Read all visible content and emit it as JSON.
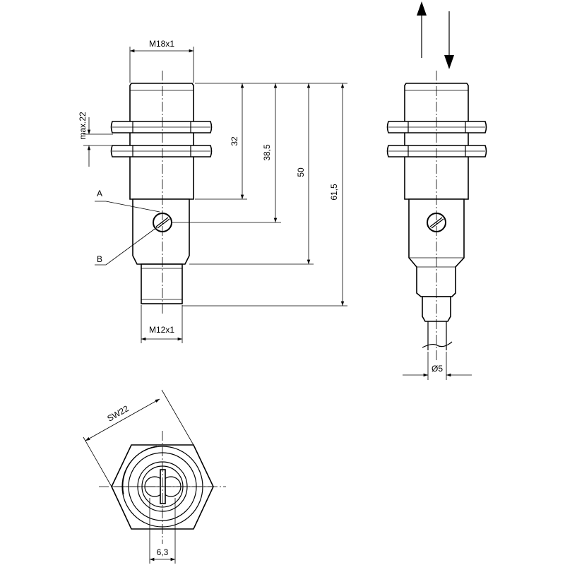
{
  "labels": {
    "thread_top": "M18x1",
    "thread_bottom": "M12x1",
    "nut_height": "max.22",
    "dim_32": "32",
    "dim_38_5": "38,5",
    "dim_50": "50",
    "dim_61_5": "61,5",
    "callout_a": "A",
    "callout_b": "B",
    "cable_diameter": "Ø5",
    "wrench_size": "SW22",
    "lens_width": "6,3"
  }
}
